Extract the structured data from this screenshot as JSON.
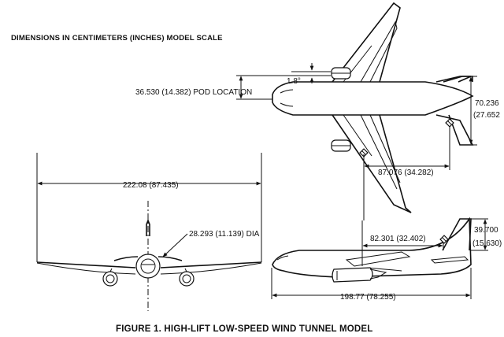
{
  "header": {
    "text": "DIMENSIONS IN CENTIMETERS (INCHES) MODEL SCALE"
  },
  "caption": {
    "text": "FIGURE 1.  HIGH-LIFT LOW-SPEED WIND TUNNEL MODEL"
  },
  "dimensions": {
    "wingspan": "222.08 (87.435)",
    "fuselage_diameter": "28.293 (11.139) DIA",
    "pod_location": "36.530 (14.382) POD LOCATION",
    "pod_angle": "1.8°",
    "tail_span": "70.236",
    "tail_span_in": "(27.652",
    "tail_moment_arm_top": "87.076 (34.282)",
    "tail_moment_arm_side": "82.301 (32.402)",
    "tail_height": "39.700",
    "tail_height_in": "(15.630)",
    "fuselage_length": "198.77 (78.255)"
  },
  "colors": {
    "ink": "#111111",
    "paper": "#ffffff"
  }
}
